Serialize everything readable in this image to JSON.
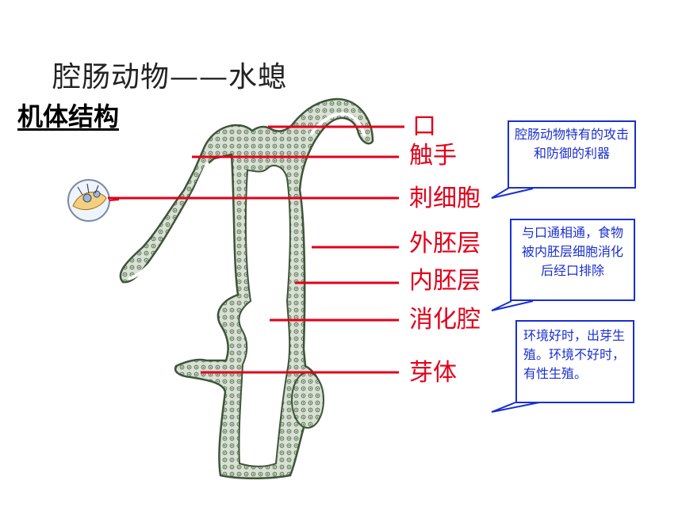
{
  "title": "腔肠动物——水螅",
  "subtitle": "机体结构",
  "labels": {
    "mouth": "口",
    "tentacle": "触手",
    "cnidocyte": "刺细胞",
    "ectoderm": "外胚层",
    "endoderm": "内胚层",
    "cavity": "消化腔",
    "bud": "芽体"
  },
  "notes": {
    "cnidocyte": "腔肠动物特有的攻击和防御的利器",
    "cavity": "与口通相通，食物被内胚层细胞消化后经口排除",
    "bud": "环境好时，出芽生殖。环境不好时，有性生殖。"
  },
  "colors": {
    "label": "#e1001a",
    "line": "#e1001a",
    "note_border": "#1a2fd0",
    "note_text": "#1a2fd0",
    "tissue": "#6f8a6c"
  }
}
